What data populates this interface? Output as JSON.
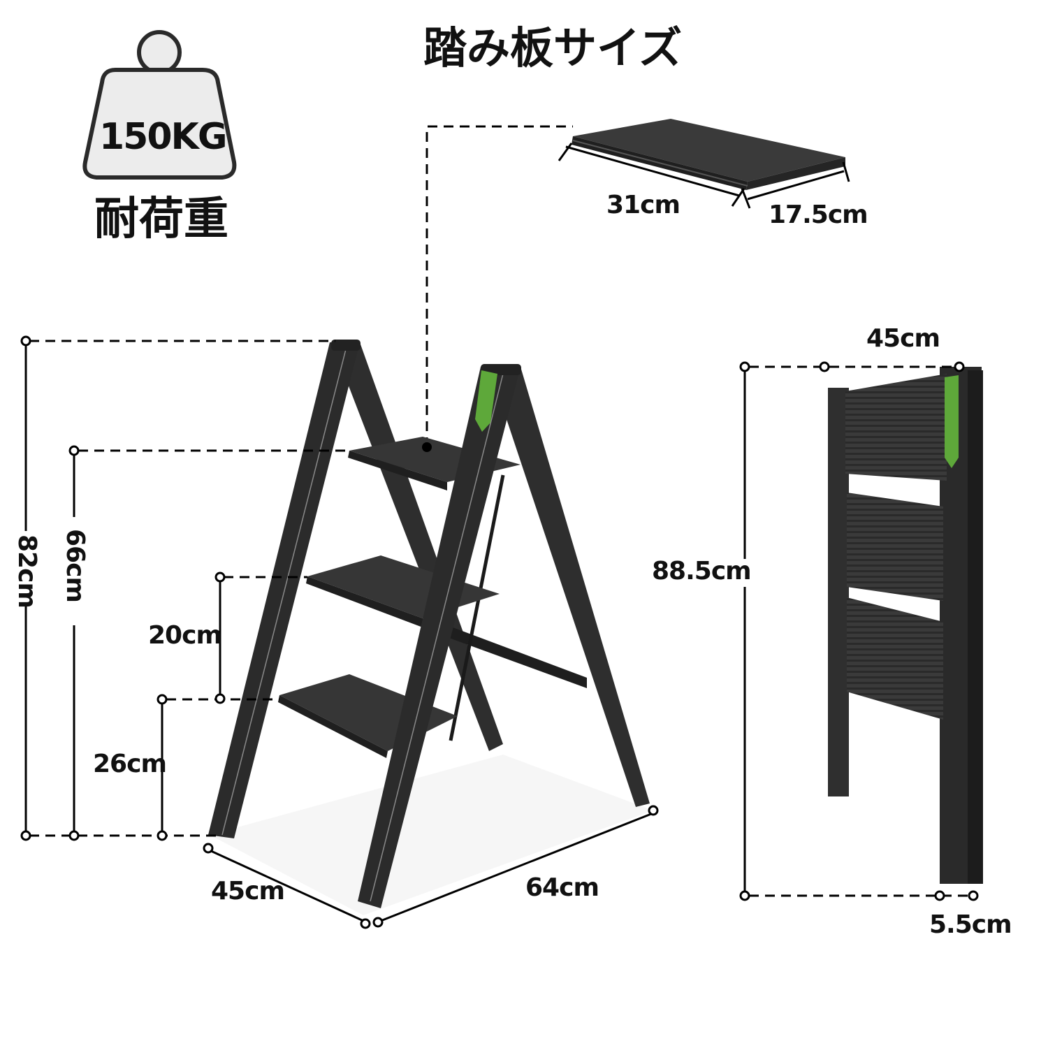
{
  "title": "踏み板サイズ",
  "load_capacity": {
    "icon": "weight-icon",
    "value": "150KG",
    "label": "耐荷重"
  },
  "step_board": {
    "length": "31cm",
    "depth": "17.5cm"
  },
  "open_ladder": {
    "total_height": "82cm",
    "top_step_height": "66cm",
    "step_spacing": "20cm",
    "bottom_step_height": "26cm",
    "width": "45cm",
    "depth": "64cm"
  },
  "folded_ladder": {
    "width": "45cm",
    "height": "88.5cm",
    "thickness": "5.5cm"
  },
  "colors": {
    "ladder": "#2b2b2b",
    "label_green": "#5ea83a",
    "dimension_line": "#000000",
    "weight_fill": "#ececec"
  }
}
